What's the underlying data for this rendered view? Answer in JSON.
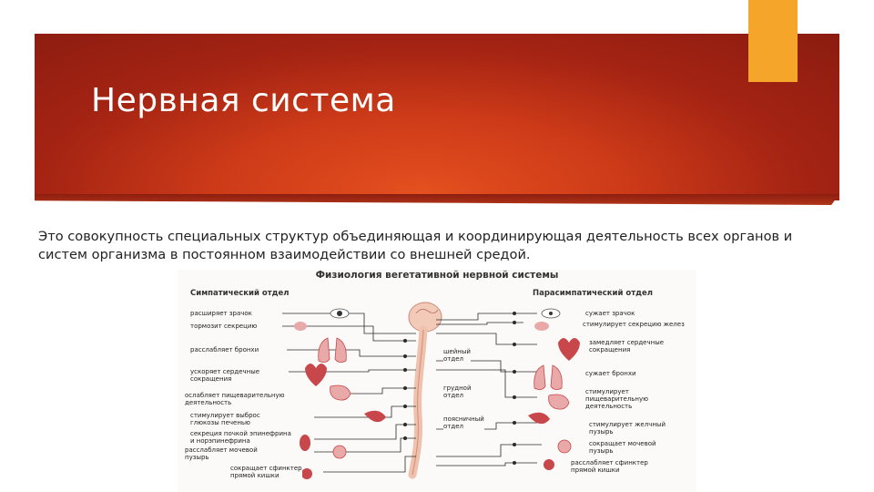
{
  "slide": {
    "title": "Нервная система",
    "body": "Это совокупность специальных структур объединяющая и координирующая деятельность всех органов и систем организма в постоянном взаимодействии со внешней средой."
  },
  "figure": {
    "title": "Физиология вегетативной нервной системы",
    "left_section": "Симпатический отдел",
    "right_section": "Парасимпатический отдел",
    "left_labels": [
      "расширяет зрачок",
      "тормозит секрецию",
      "расслабляет бронхи",
      "ускоряет сердечные\nсокращения",
      "ослабляет пищеварительную\nдеятельность",
      "стимулирует выброс\nглюкозы печенью",
      "секреция почкой эпинефрина\nи норэпинефрина",
      "расслабляет мочевой\nпузырь",
      "сокращает сфинктер\nпрямой кишки"
    ],
    "right_labels": [
      "сужает зрачок",
      "стимулирует секрецию желез",
      "замедляет сердечные\nсокращения",
      "сужает бронхи",
      "стимулирует\nпищеварительную\nдеятельность",
      "стимулирует желчный\nпузырь",
      "сокращает мочевой\nпузырь",
      "расслабляет сфинктер\nпрямой кишки"
    ],
    "spine_labels": [
      "шейный\nотдел",
      "грудной\nотдел",
      "поясничный\nотдел"
    ],
    "colors": {
      "organ": "#c8474a",
      "organ_light": "#e9a9a8",
      "spine": "#efc2ae",
      "line": "#2a2a2a"
    }
  }
}
